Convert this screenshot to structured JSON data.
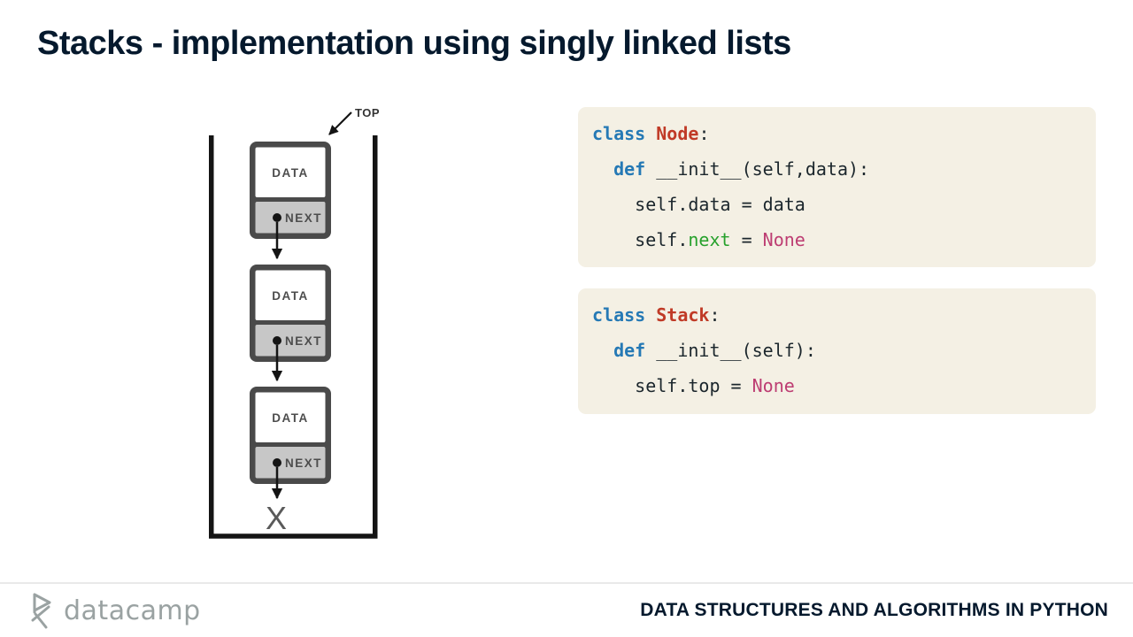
{
  "title": "Stacks - implementation using singly linked lists",
  "diagram": {
    "top_label": "TOP",
    "data_label": "DATA",
    "next_label": "NEXT",
    "null_marker": "X"
  },
  "code_blocks": [
    {
      "id": "node-class",
      "lines": [
        [
          {
            "t": "class",
            "c": "kw"
          },
          {
            "t": " ",
            "c": "df"
          },
          {
            "t": "Node",
            "c": "cls"
          },
          {
            "t": ":",
            "c": "df"
          }
        ],
        [
          {
            "t": "  ",
            "c": "df"
          },
          {
            "t": "def",
            "c": "kw"
          },
          {
            "t": " __init__(self,data):",
            "c": "df"
          }
        ],
        [
          {
            "t": "    self.data = data",
            "c": "df"
          }
        ],
        [
          {
            "t": "    self.",
            "c": "df"
          },
          {
            "t": "next",
            "c": "grn"
          },
          {
            "t": " = ",
            "c": "df"
          },
          {
            "t": "None",
            "c": "mag"
          }
        ]
      ]
    },
    {
      "id": "stack-class",
      "lines": [
        [
          {
            "t": "class",
            "c": "kw"
          },
          {
            "t": " ",
            "c": "df"
          },
          {
            "t": "Stack",
            "c": "cls"
          },
          {
            "t": ":",
            "c": "df"
          }
        ],
        [
          {
            "t": "  ",
            "c": "df"
          },
          {
            "t": "def",
            "c": "kw"
          },
          {
            "t": " __init__(self):",
            "c": "df"
          }
        ],
        [
          {
            "t": "    self.top = ",
            "c": "df"
          },
          {
            "t": "None",
            "c": "mag"
          }
        ]
      ]
    }
  ],
  "footer": {
    "logo_text": "datacamp",
    "course_title": "DATA STRUCTURES AND ALGORITHMS IN PYTHON"
  },
  "colors": {
    "navy": "#05192d",
    "code_bg": "#f4f0e4",
    "keyword_blue": "#2579b5",
    "classname_red": "#c03a26",
    "attr_green": "#27a12c",
    "literal_magenta": "#bd3d72",
    "code_text": "#1b262c",
    "node_border": "#4a4a4a",
    "next_bg": "#c7c7c7",
    "label_gray": "#4d4d4d",
    "arrow_black": "#141414",
    "logo_gray": "#9aa2a2",
    "footer_line": "#e9e9e9",
    "x_gray": "#5a5a5a"
  }
}
